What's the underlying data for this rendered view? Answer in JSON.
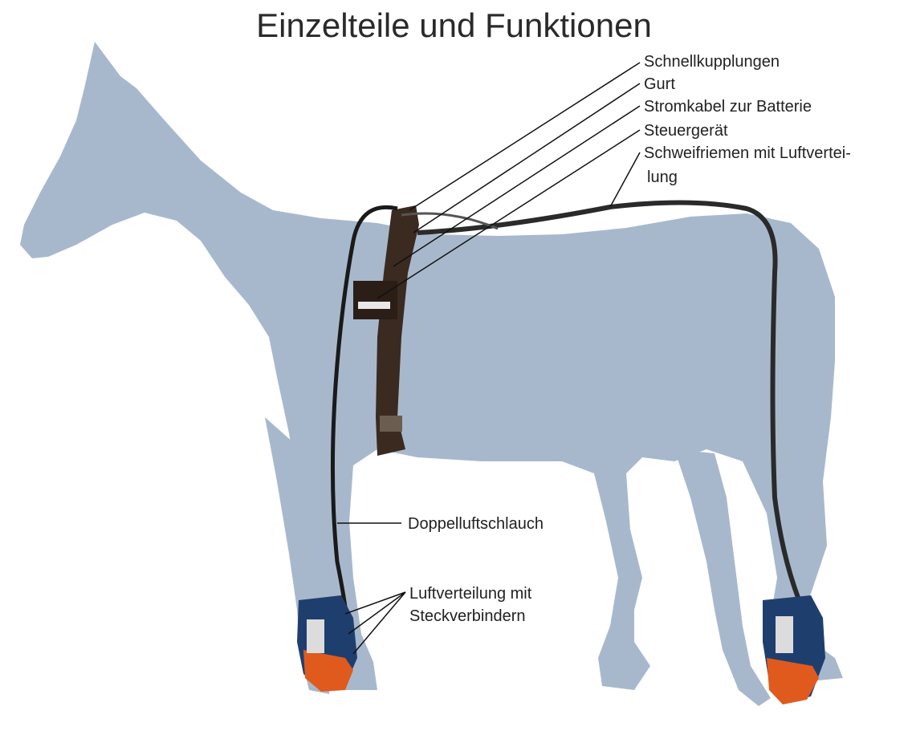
{
  "title": "Einzelteile und Funktionen",
  "labels": {
    "schnellkupplungen": "Schnellkupplungen",
    "gurt": "Gurt",
    "stromkabel": "Stromkabel zur Batterie",
    "steuergeraet": "Steuergerät",
    "schweifriemen_1": "Schweifriemen mit Luftvertei-",
    "schweifriemen_2": "lung",
    "doppelluftschlauch": "Doppelluftschlauch",
    "luftverteilung_1": "Luftverteilung mit",
    "luftverteilung_2": "Steckverbindern"
  },
  "colors": {
    "horse": "#a8b8cc",
    "leather": "#3a2a20",
    "boot_blue": "#1e3f6e",
    "boot_orange": "#e05a1e",
    "leader_line": "#111111"
  }
}
